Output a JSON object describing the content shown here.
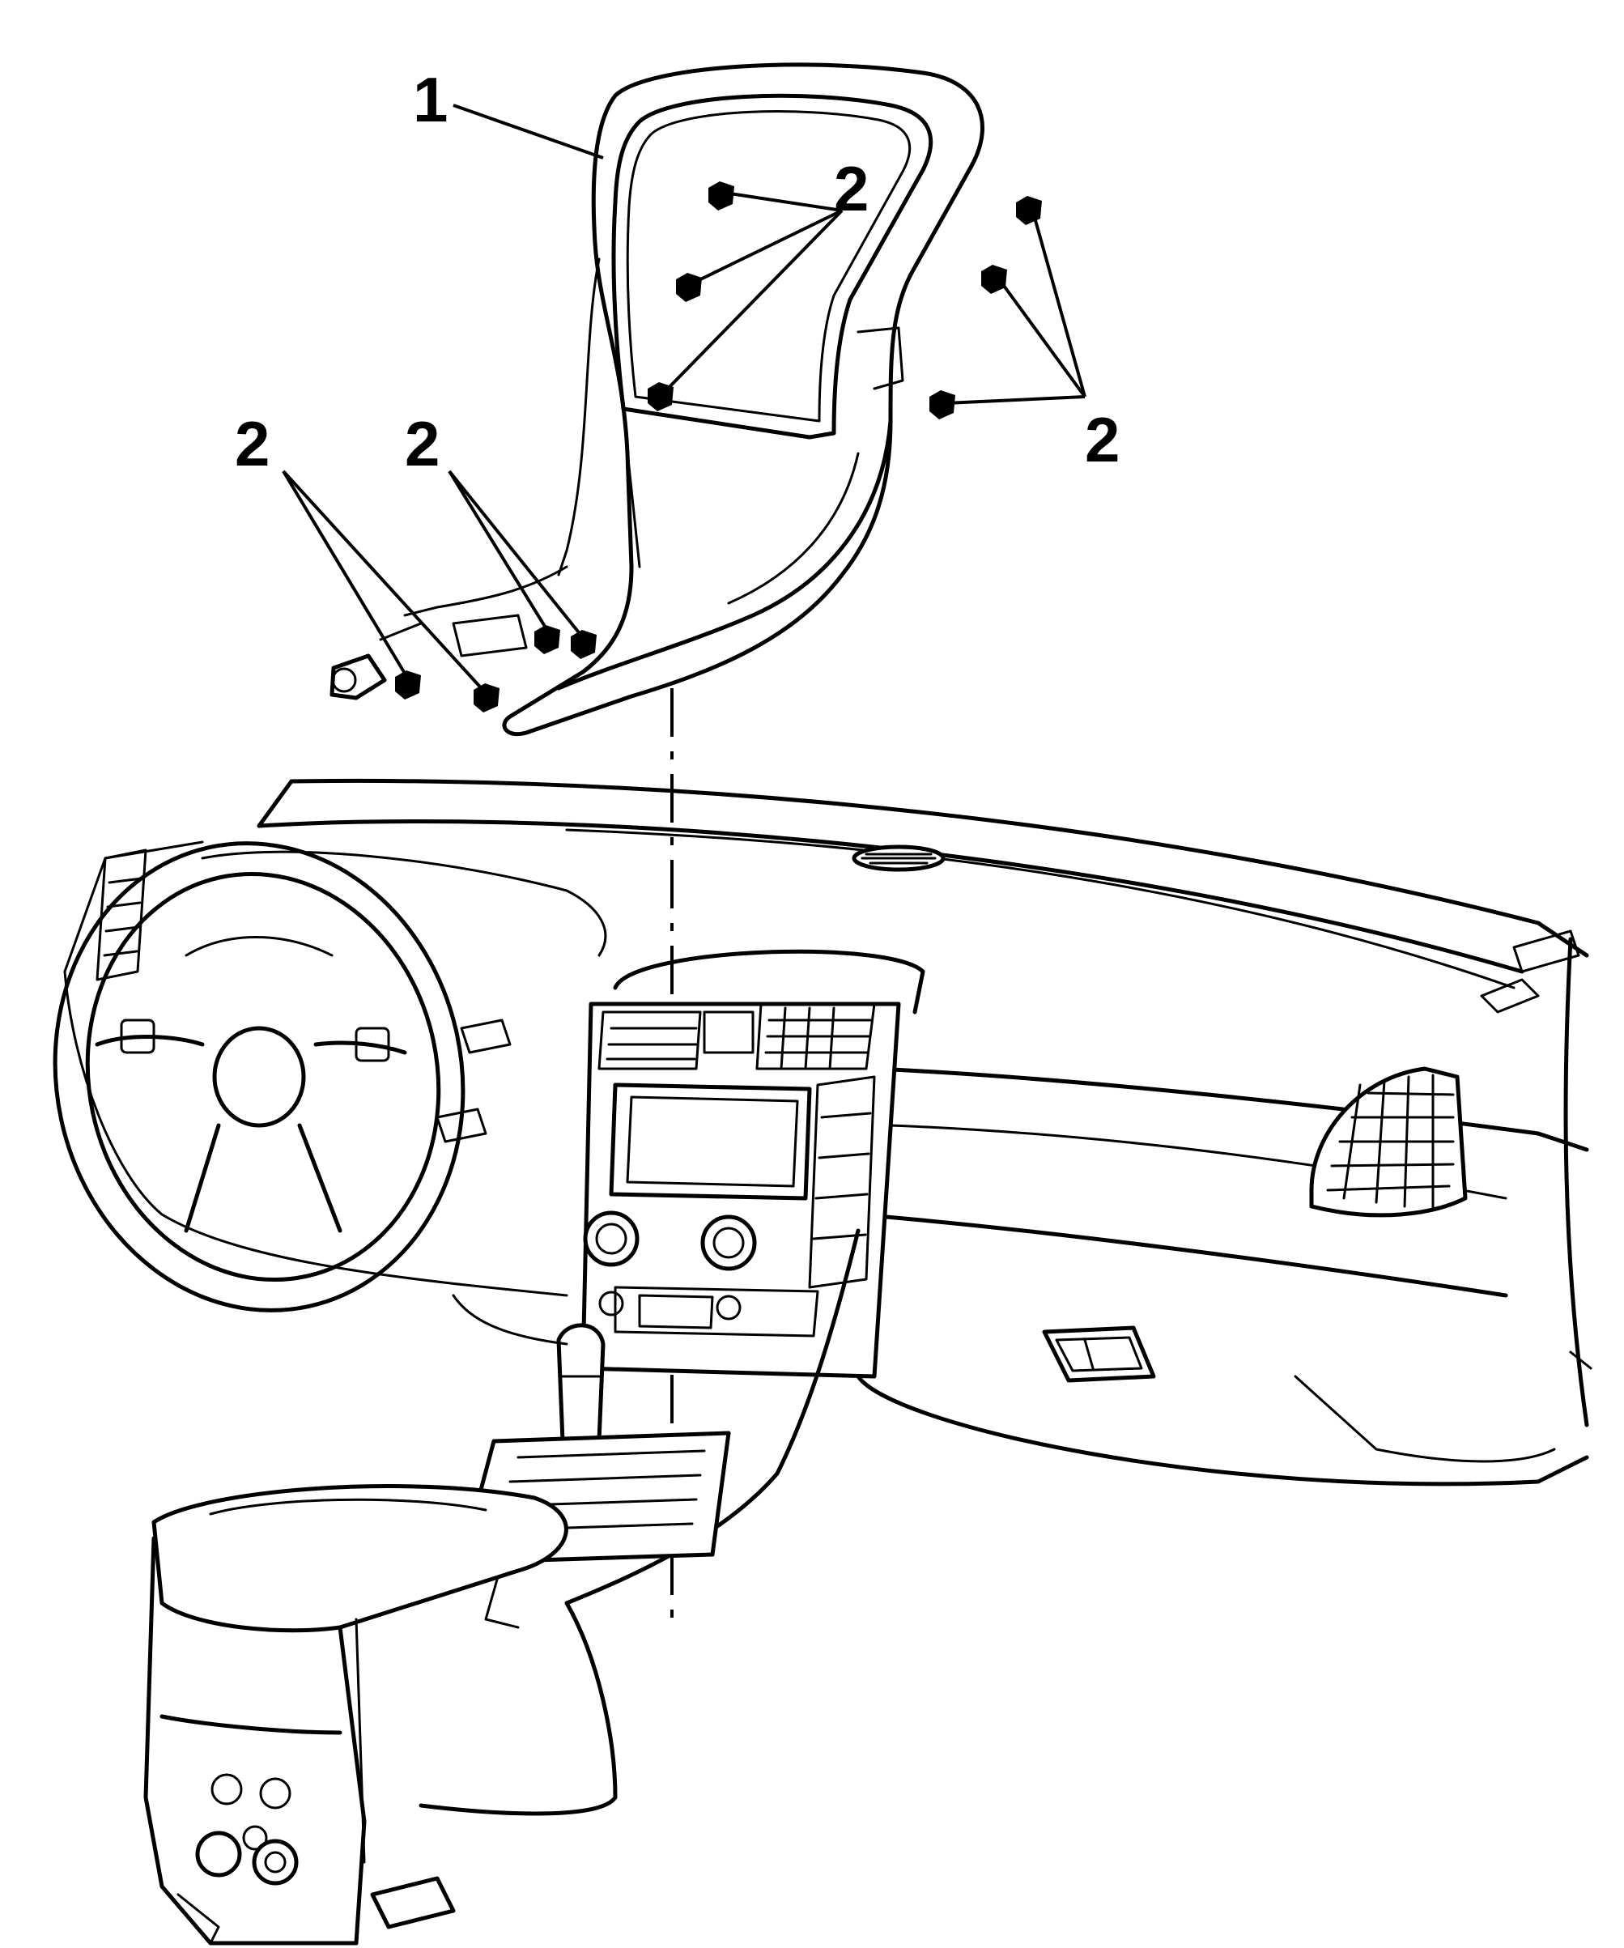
{
  "diagram": {
    "callouts": {
      "trim_panel": "1",
      "retainer_upper_center": "2",
      "retainer_right": "2",
      "retainer_lower_left": "2",
      "retainer_lower_mid": "2"
    }
  }
}
